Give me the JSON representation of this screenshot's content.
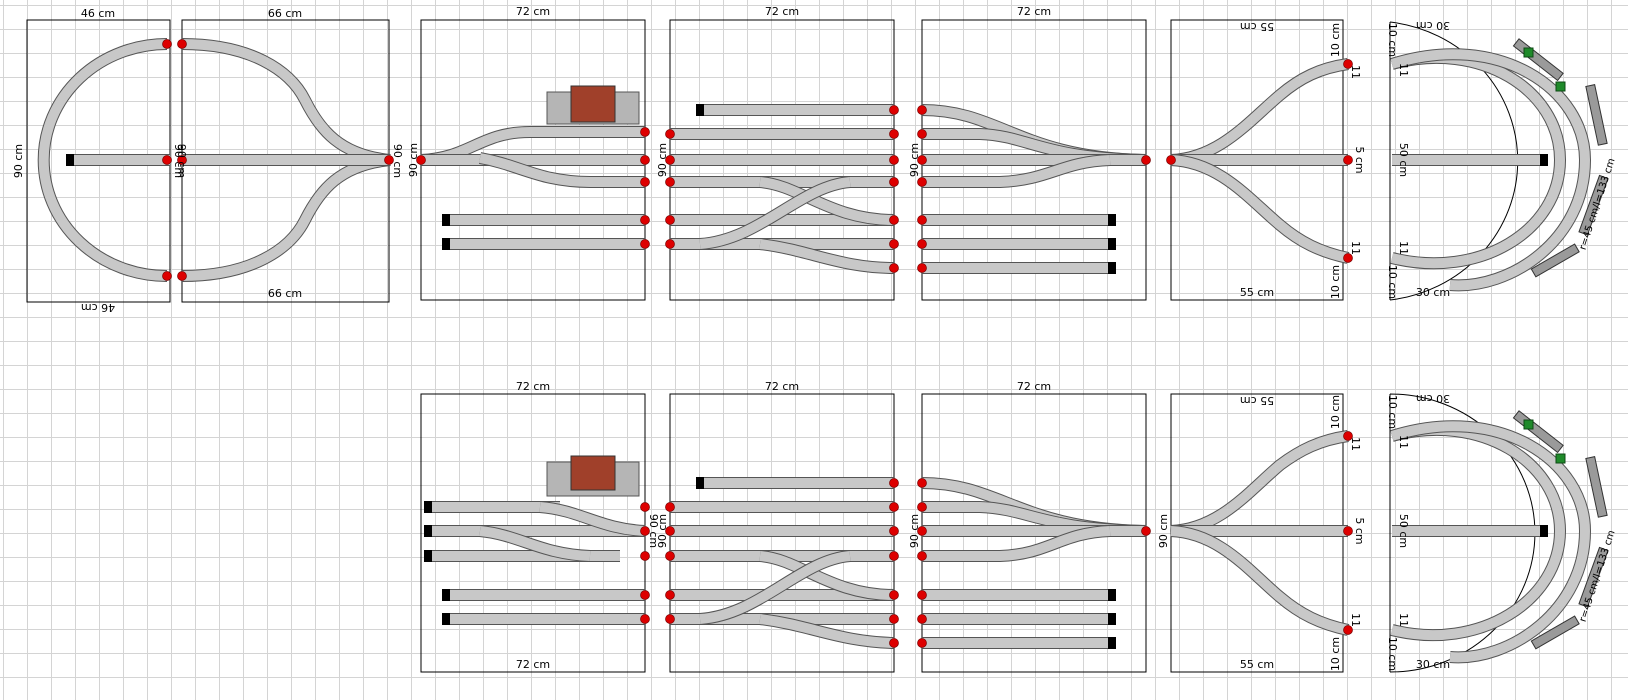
{
  "modules": {
    "m1": {
      "top": "46 cm",
      "bottom": "46 cm",
      "left": "90 cm",
      "right": "90 cm"
    },
    "m2": {
      "top": "66 cm",
      "bottom": "66 cm",
      "left": "90 cm",
      "right": "90 cm"
    },
    "m3": {
      "top": "72 cm",
      "left": "90 cm"
    },
    "m4": {
      "top": "72 cm",
      "left": "90 cm"
    },
    "m5": {
      "top": "72 cm",
      "left": "90 cm"
    },
    "m6": {
      "top": "55 cm",
      "bottom": "55 cm",
      "right_top": "10 cm",
      "right_mid": "5 cm",
      "right_bottom": "10 cm",
      "small_top": "11",
      "small_bottom": "11"
    },
    "m7": {
      "top": "30 cm",
      "bottom": "30 cm",
      "left_top": "10 cm",
      "left_mid": "50 cm",
      "left_bottom": "10 cm",
      "small_top": "11",
      "small_bottom": "11",
      "radius": "r=45 cm/l=133 cm"
    },
    "m8": {
      "top": "72 cm",
      "bottom": "72 cm",
      "right": "90 cm"
    },
    "m9": {
      "top": "72 cm",
      "left": "90 cm"
    },
    "m10": {
      "top": "72 cm",
      "left": "90 cm"
    },
    "m11": {
      "top": "55 cm",
      "bottom": "55 cm",
      "left": "90 cm",
      "right_top": "10 cm",
      "right_mid": "5 cm",
      "right_bottom": "10 cm",
      "small_top": "11",
      "small_bottom": "11"
    },
    "m12": {
      "top": "30 cm",
      "bottom": "30 cm",
      "left_top": "10 cm",
      "left_mid": "50 cm",
      "left_bottom": "10 cm",
      "small_top": "11",
      "small_bottom": "11",
      "radius": "r=45 cm/l=133 cm"
    }
  },
  "colors": {
    "background": "#ffffff",
    "grid": "#d4d4d4",
    "track_outline": "#555555",
    "track_fill": "#c8c8c8",
    "connector": "#dd0000",
    "buffer_stop": "#000000",
    "building_roof": "#a0402a",
    "locomotive_green": "#1f8a2a"
  }
}
